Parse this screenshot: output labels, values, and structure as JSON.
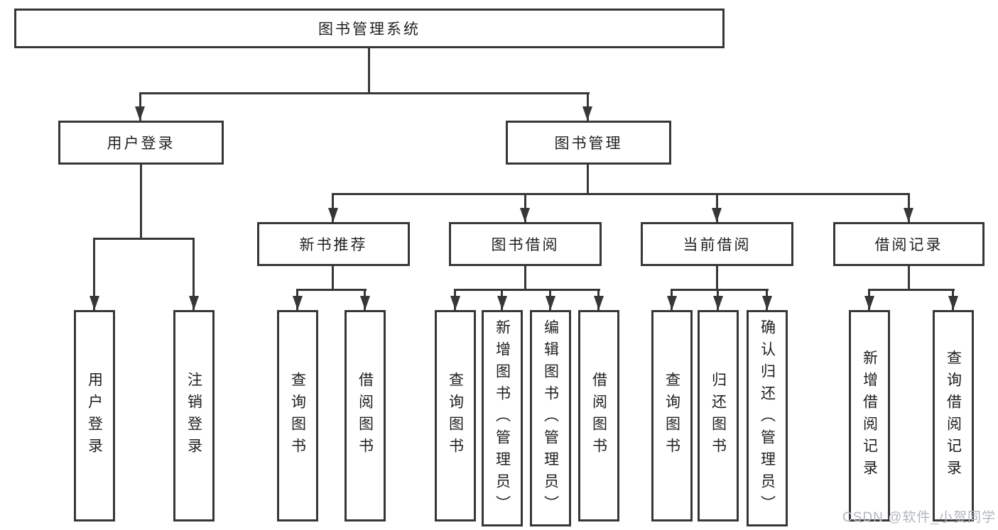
{
  "diagram": {
    "title": "图书管理系统",
    "level2": {
      "user_login": "用户登录",
      "book_mgmt": "图书管理"
    },
    "level3": {
      "new_books": "新书推荐",
      "borrowing": "图书借阅",
      "current": "当前借阅",
      "records": "借阅记录"
    },
    "leaves": {
      "user_login": [
        "用户登录",
        "注销登录"
      ],
      "new_books": [
        "查询图书",
        "借阅图书"
      ],
      "borrowing": [
        "查询图书",
        "新增图书（管理员）",
        "编辑图书（管理员）",
        "借阅图书"
      ],
      "current": [
        "查询图书",
        "归还图书",
        "确认归还（管理员）"
      ],
      "records": [
        "新增借阅记录",
        "查询借阅记录"
      ]
    }
  },
  "watermark": "CSDN @软件_小贺同学",
  "colors": {
    "line": "#373737",
    "text": "#1f1f1f",
    "watermark": "#b3b7bd"
  }
}
